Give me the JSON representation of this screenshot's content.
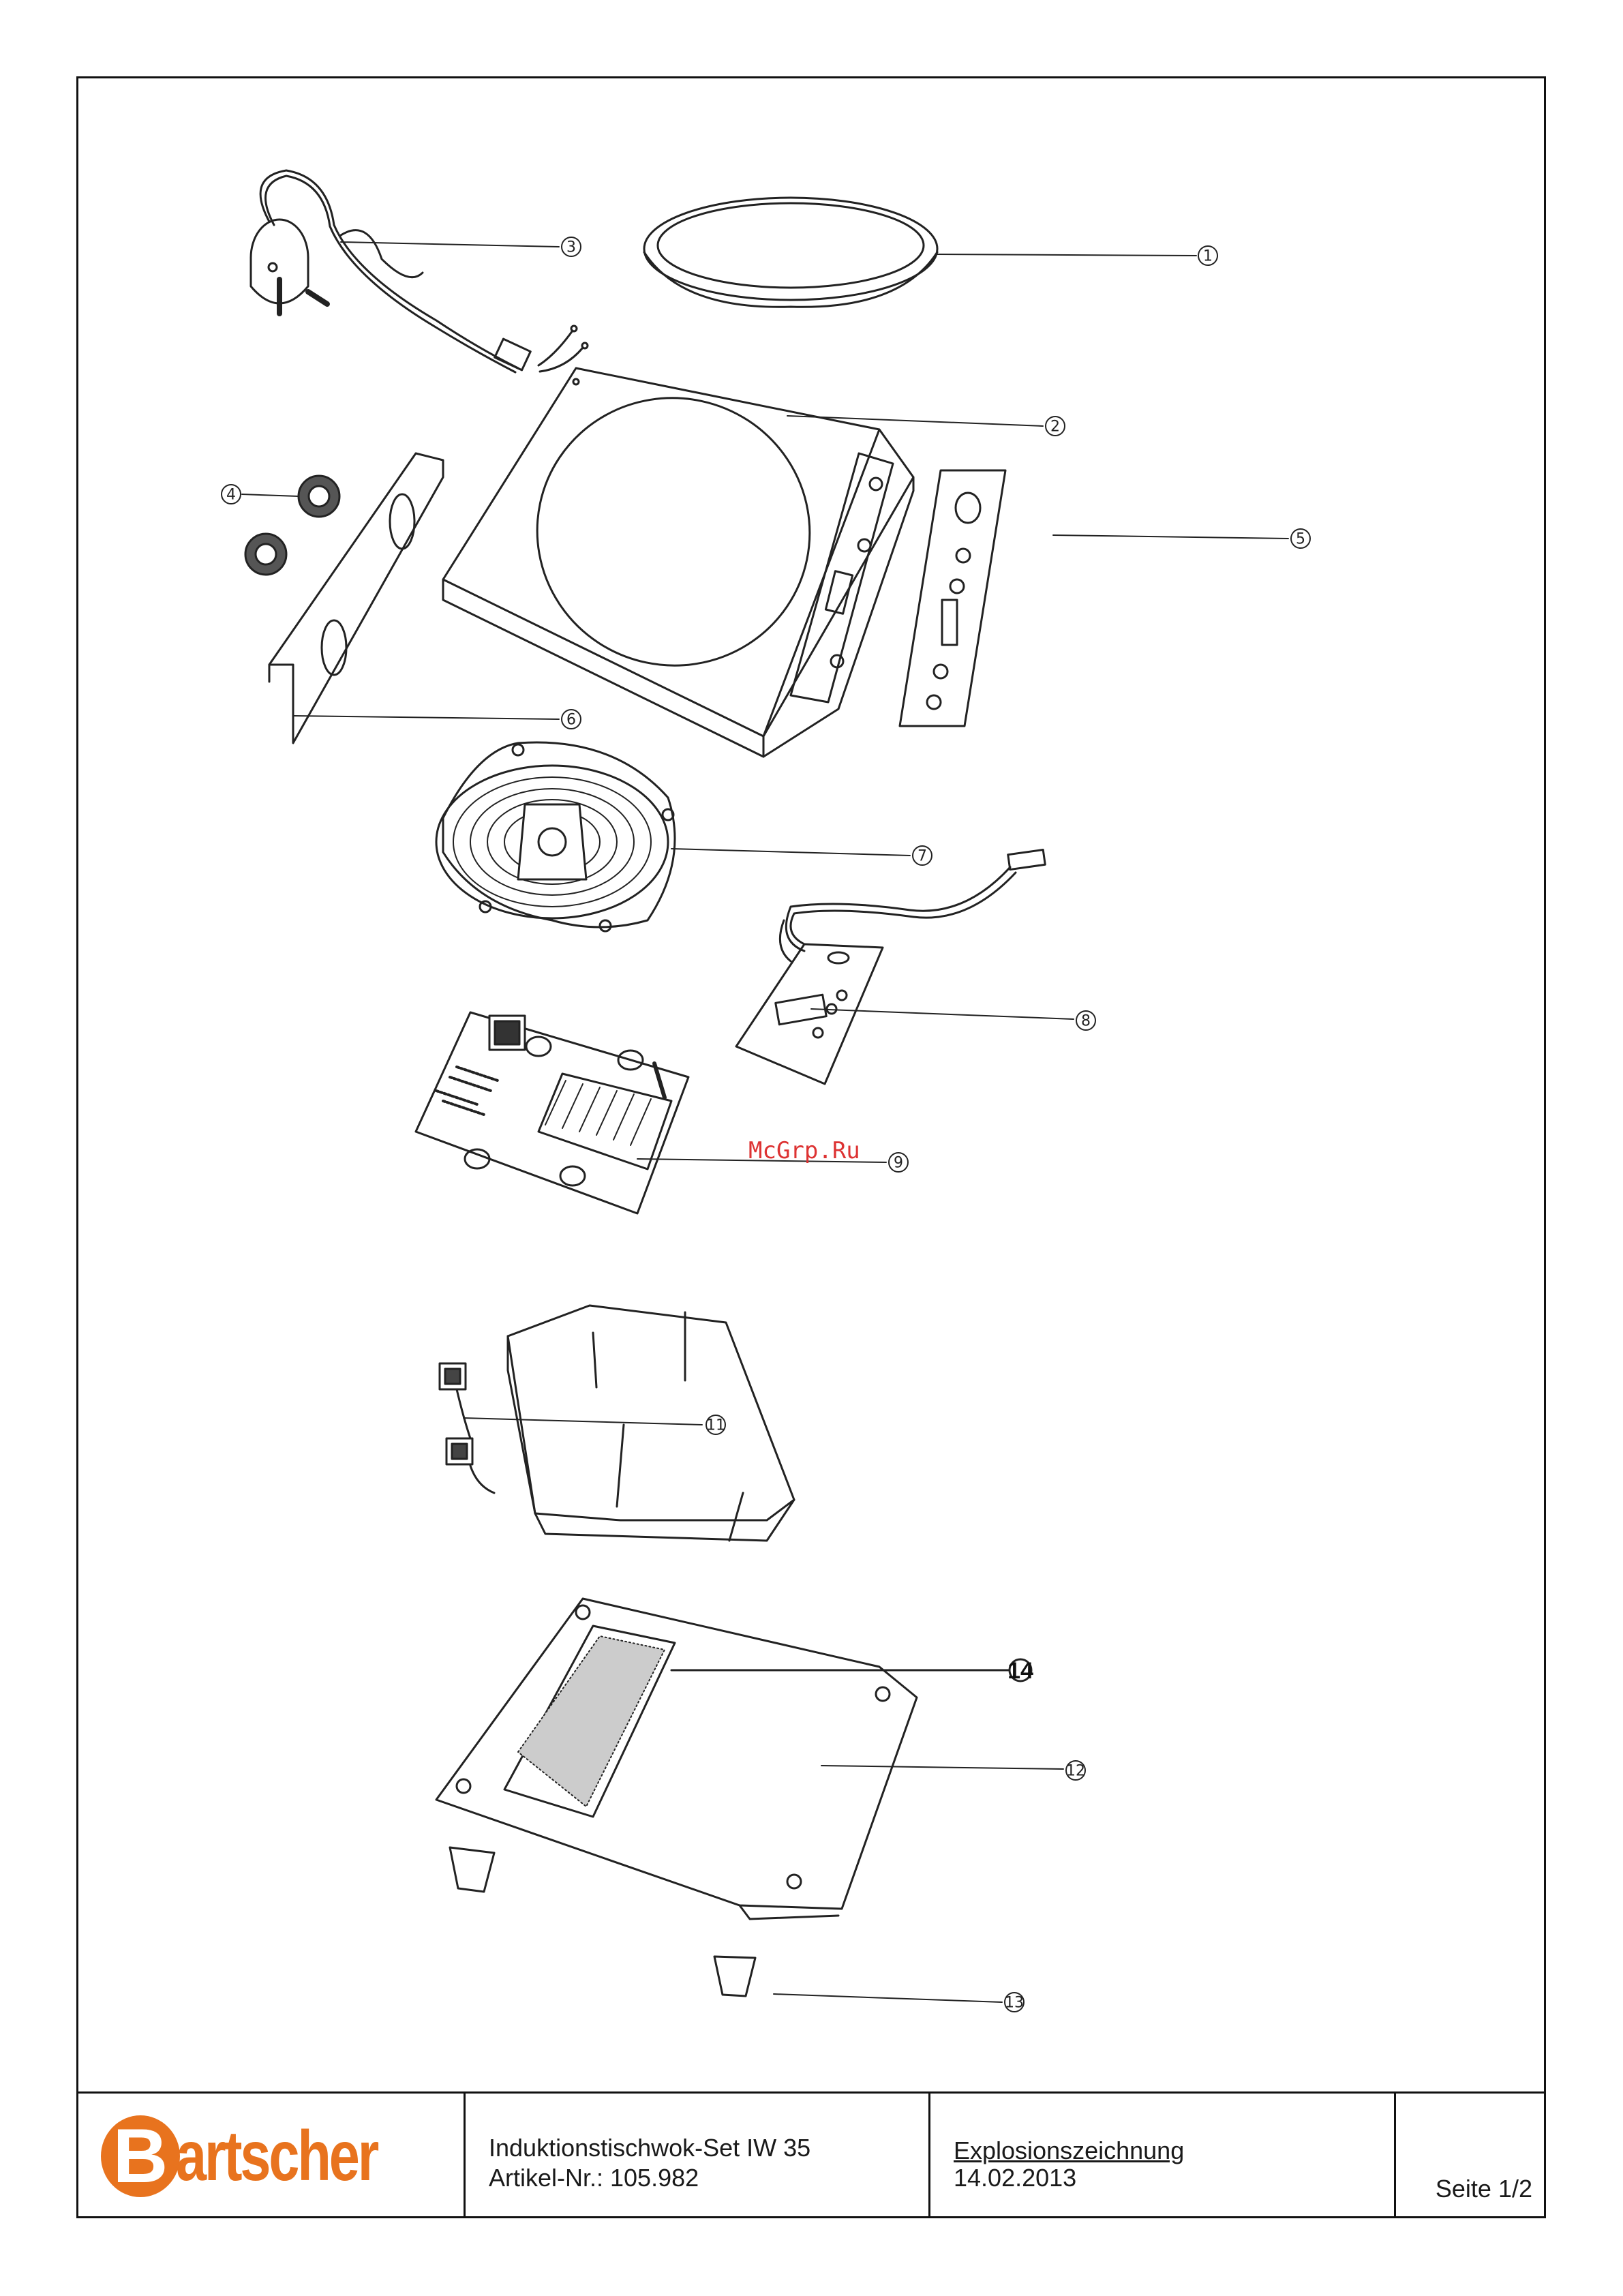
{
  "callouts": [
    {
      "id": "c1",
      "text": "1"
    },
    {
      "id": "c2",
      "text": "2"
    },
    {
      "id": "c3",
      "text": "3"
    },
    {
      "id": "c4",
      "text": "4"
    },
    {
      "id": "c5",
      "text": "5"
    },
    {
      "id": "c6",
      "text": "6"
    },
    {
      "id": "c7",
      "text": "7"
    },
    {
      "id": "c8",
      "text": "8"
    },
    {
      "id": "c9",
      "text": "9"
    },
    {
      "id": "c11",
      "text": "11"
    },
    {
      "id": "c12",
      "text": "12"
    },
    {
      "id": "c13",
      "text": "13"
    },
    {
      "id": "c14",
      "text": "14"
    }
  ],
  "watermark": "McGrp.Ru",
  "titleblock": {
    "logo_text": "Bartscher",
    "product_name": "Induktionstischwok-Set IW 35",
    "article_no": "Artikel-Nr.: 105.982",
    "doc_type": "Explosionszeichnung",
    "date": "14.02.2013",
    "page": "Seite 1/2"
  },
  "colors": {
    "brand": "#e8731e",
    "line": "#222222",
    "watermark": "#dd3333"
  }
}
